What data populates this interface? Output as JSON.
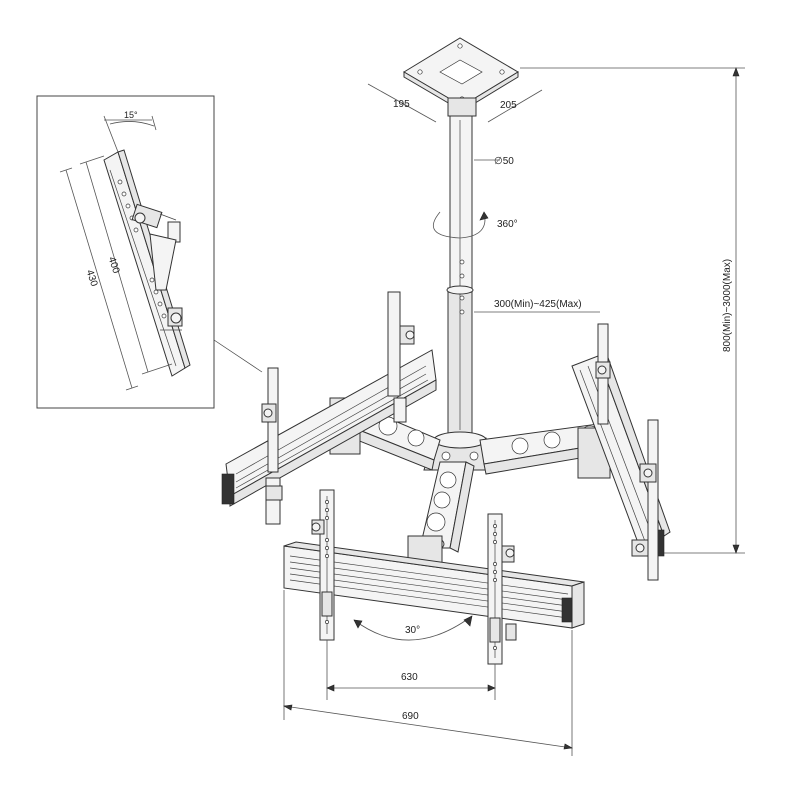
{
  "diagram": {
    "plate_dim_left": "195",
    "plate_dim_right": "205",
    "pole_diameter": "∅50",
    "rotation": "360°",
    "arm_length": "300(Min)~425(Max)",
    "height_range": "800(Min)~3000(Max)",
    "tilt_angle": "15°",
    "bracket_length_inner": "400",
    "bracket_length_outer": "430",
    "swivel_angle": "30°",
    "bracket_spacing": "630",
    "bar_width": "690"
  },
  "colors": {
    "line": "#333333",
    "dimension": "#555555",
    "fill": "#f4f4f4"
  }
}
